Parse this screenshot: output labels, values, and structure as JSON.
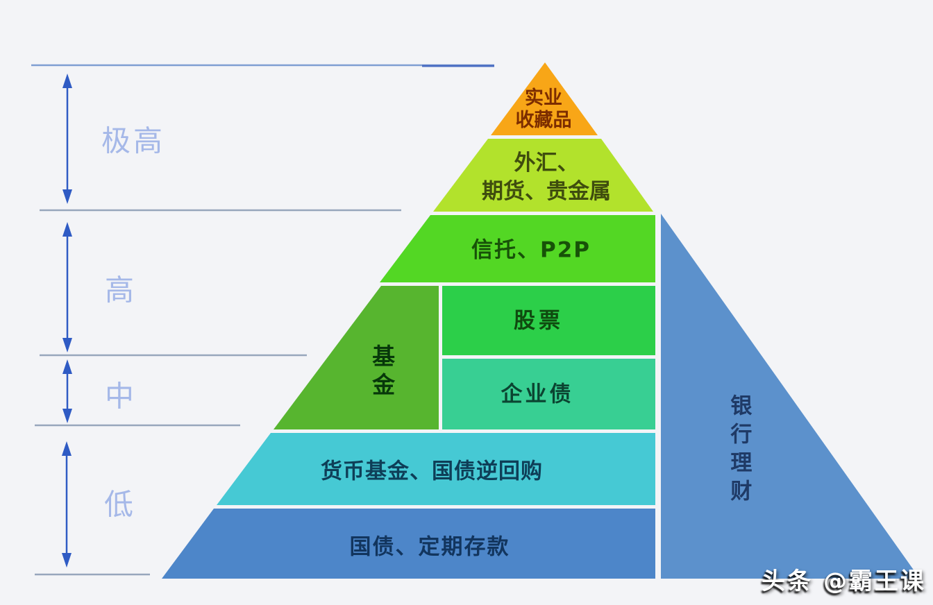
{
  "colors": {
    "background": "#f3f4f7"
  },
  "risk_axis": {
    "levels": [
      {
        "label": "极高"
      },
      {
        "label": "高"
      },
      {
        "label": "中"
      },
      {
        "label": "低"
      }
    ],
    "label_color": "#a5b8e8",
    "arrow_color": "#2f5bc4",
    "line_color": "#97a6bc",
    "top_line_color": "#7e9ed2",
    "top_line_accent_color": "#4a6cc2"
  },
  "pyramid": {
    "layers": [
      {
        "label": "实业收藏品",
        "lines": [
          "实业",
          "收藏品"
        ],
        "color": "#f8a617",
        "text_color": "#7c2d00"
      },
      {
        "label": "外汇、期货、贵金属",
        "lines": [
          "外汇、",
          "期货、贵金属"
        ],
        "color": "#b2e22c",
        "text_color": "#3f4d0e"
      },
      {
        "label": "信托、P2P",
        "color": "#53d724",
        "text_color": "#175208"
      },
      {
        "label": "股票",
        "color": "#2ccf49",
        "text_color": "#0f4a0f"
      },
      {
        "label": "基金",
        "color": "#57b52f",
        "text_color": "#07380a"
      },
      {
        "label": "企业债",
        "color": "#38cf93",
        "text_color": "#0b4431"
      },
      {
        "label": "货币基金、国债逆回购",
        "color": "#46c9d4",
        "text_color": "#0e3e57"
      },
      {
        "label": "国债、定期存款",
        "color": "#4d86c9",
        "text_color": "#12355e"
      },
      {
        "label": "银行理财",
        "color": "#5c91cc",
        "text_color": "#1f3a66"
      }
    ]
  },
  "watermark": {
    "text": "头条 @霸王课",
    "color": "#ffffff"
  }
}
